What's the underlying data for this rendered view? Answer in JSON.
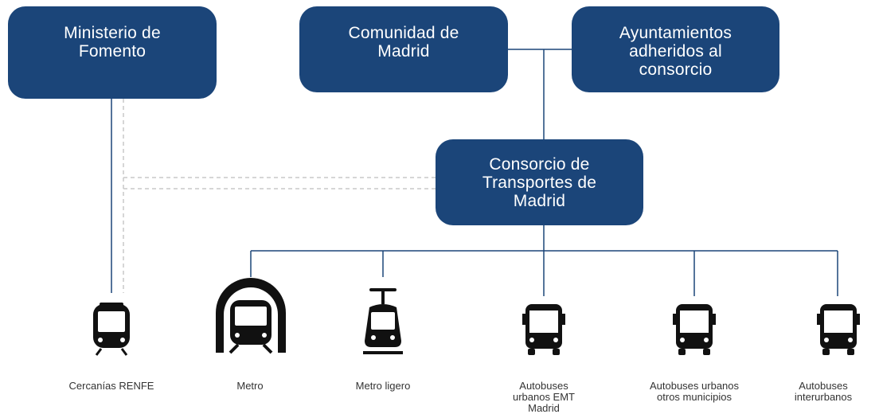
{
  "boxes": {
    "ministerio": [
      "Ministerio de",
      "Fomento"
    ],
    "comunidad": [
      "Comunidad de",
      "Madrid"
    ],
    "ayuntamientos": [
      "Ayuntamientos",
      "adheridos al",
      "consorcio"
    ],
    "consorcio": [
      "Consorcio de",
      "Transportes de",
      "Madrid"
    ]
  },
  "modes": {
    "cercanias": [
      "Cercanías RENFE"
    ],
    "metro": [
      "Metro"
    ],
    "metro_ligero": [
      "Metro ligero"
    ],
    "emt": [
      "Autobuses",
      "urbanos EMT",
      "Madrid"
    ],
    "urbanos_otros": [
      "Autobuses urbanos",
      "otros municipios"
    ],
    "interurbanos": [
      "Autobuses",
      "interurbanos"
    ]
  },
  "colors": {
    "box": "#1b4579",
    "line": "#1b4579",
    "dashed": "#c8c8c8",
    "icon": "#111111"
  }
}
